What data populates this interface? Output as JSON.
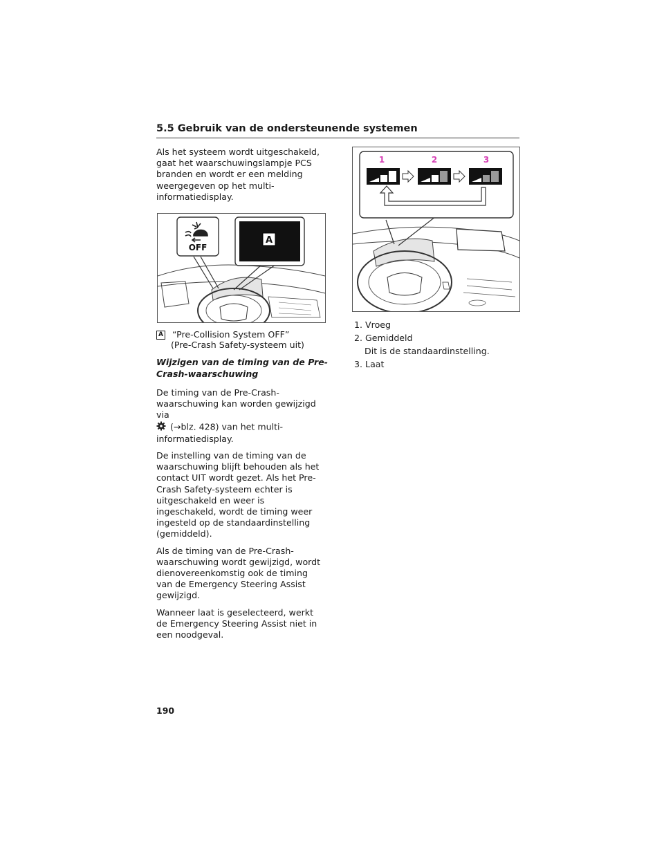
{
  "header": {
    "title": "5.5  Gebruik van de ondersteunende systemen"
  },
  "intro": "Als het systeem wordt uitgeschakeld, gaat het waarschuwingslampje PCS branden en wordt er een melding weergegeven op het multi-informatiedisplay.",
  "figure1": {
    "off_label": "OFF",
    "badge": "A"
  },
  "caption": {
    "badge": "A",
    "line1": "“Pre-Collision System OFF”",
    "line2": "(Pre-Crash Safety-systeem uit)"
  },
  "subheading": "Wijzigen van de timing van de Pre-Crash-waarschuwing",
  "para1_a": "De timing van de Pre-Crash-waarschuwing kan worden gewijzigd via",
  "para1_b": "(→blz. 428) van het multi-informatiedisplay.",
  "para2": "De instelling van de timing van de waarschuwing blijft behouden als het contact UIT wordt gezet. Als het Pre-Crash Safety-systeem echter is uitgeschakeld en weer is ingeschakeld, wordt de timing weer ingesteld op de standaardinstelling (gemiddeld).",
  "para3": "Als de timing van de Pre-Crash-waarschuwing wordt gewijzigd, wordt dienovereenkomstig ook de timing van de Emergency Steering Assist gewijzigd.",
  "para4": "Wanneer laat is geselecteerd, werkt de Emergency Steering Assist niet in een noodgeval.",
  "figure2": {
    "steps": [
      "1",
      "2",
      "3"
    ]
  },
  "list": [
    {
      "num": "1.",
      "label": "Vroeg"
    },
    {
      "num": "2.",
      "label": "Gemiddeld",
      "note": "Dit is de standaardinstelling."
    },
    {
      "num": "3.",
      "label": "Laat"
    }
  ],
  "page_number": "190",
  "colors": {
    "step_number": "#d63fb5",
    "screen": "#111111"
  }
}
